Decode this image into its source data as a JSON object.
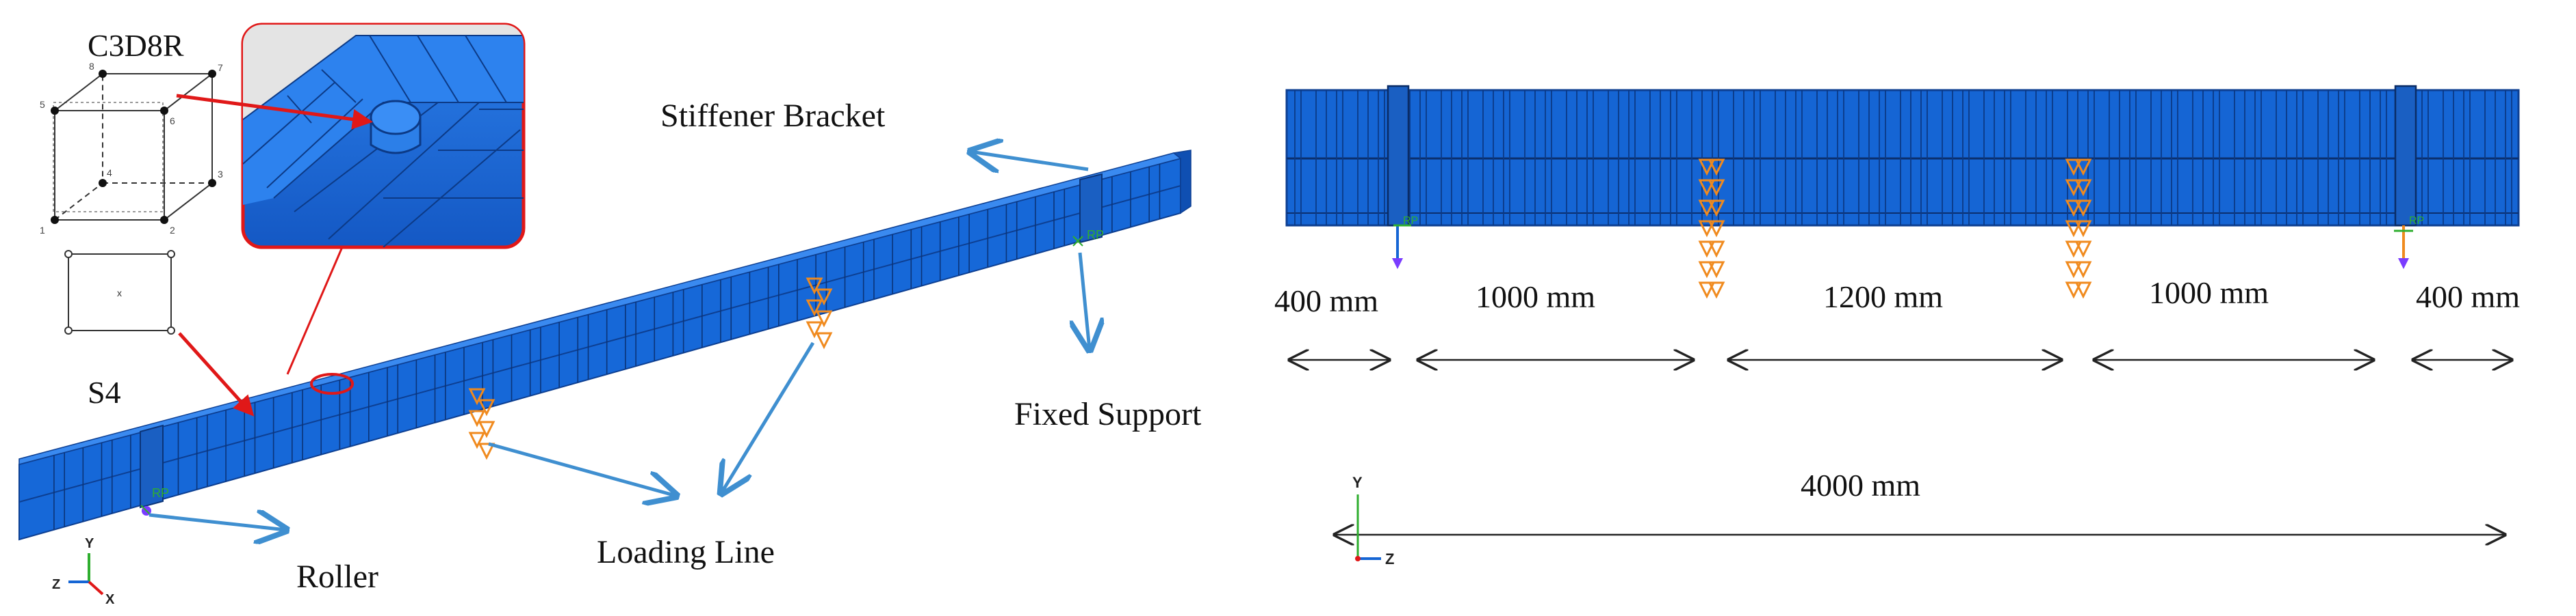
{
  "labels": {
    "element_solid": "C3D8R",
    "element_shell": "S4",
    "stiffener": "Stiffener Bracket",
    "fixed_support": "Fixed Support",
    "loading_line": "Loading Line",
    "roller": "Roller",
    "rp": "RP"
  },
  "solid_node_numbers": [
    "1",
    "2",
    "3",
    "4",
    "5",
    "6",
    "7",
    "8"
  ],
  "shell_center_label": "x",
  "triad_3d": {
    "y": "Y",
    "z": "Z",
    "x": "X"
  },
  "elevation": {
    "segments": [
      "400 mm",
      "1000 mm",
      "1200 mm",
      "1000 mm",
      "400 mm"
    ],
    "total": "4000 mm",
    "triad": {
      "y": "Y",
      "z": "Z"
    }
  },
  "colors": {
    "beam": "#1565d4",
    "beam_dark": "#0d3f92",
    "load": "#f08a1e",
    "callout": "#e01818",
    "arrow": "#3f8fd0",
    "dim": "#222222"
  }
}
